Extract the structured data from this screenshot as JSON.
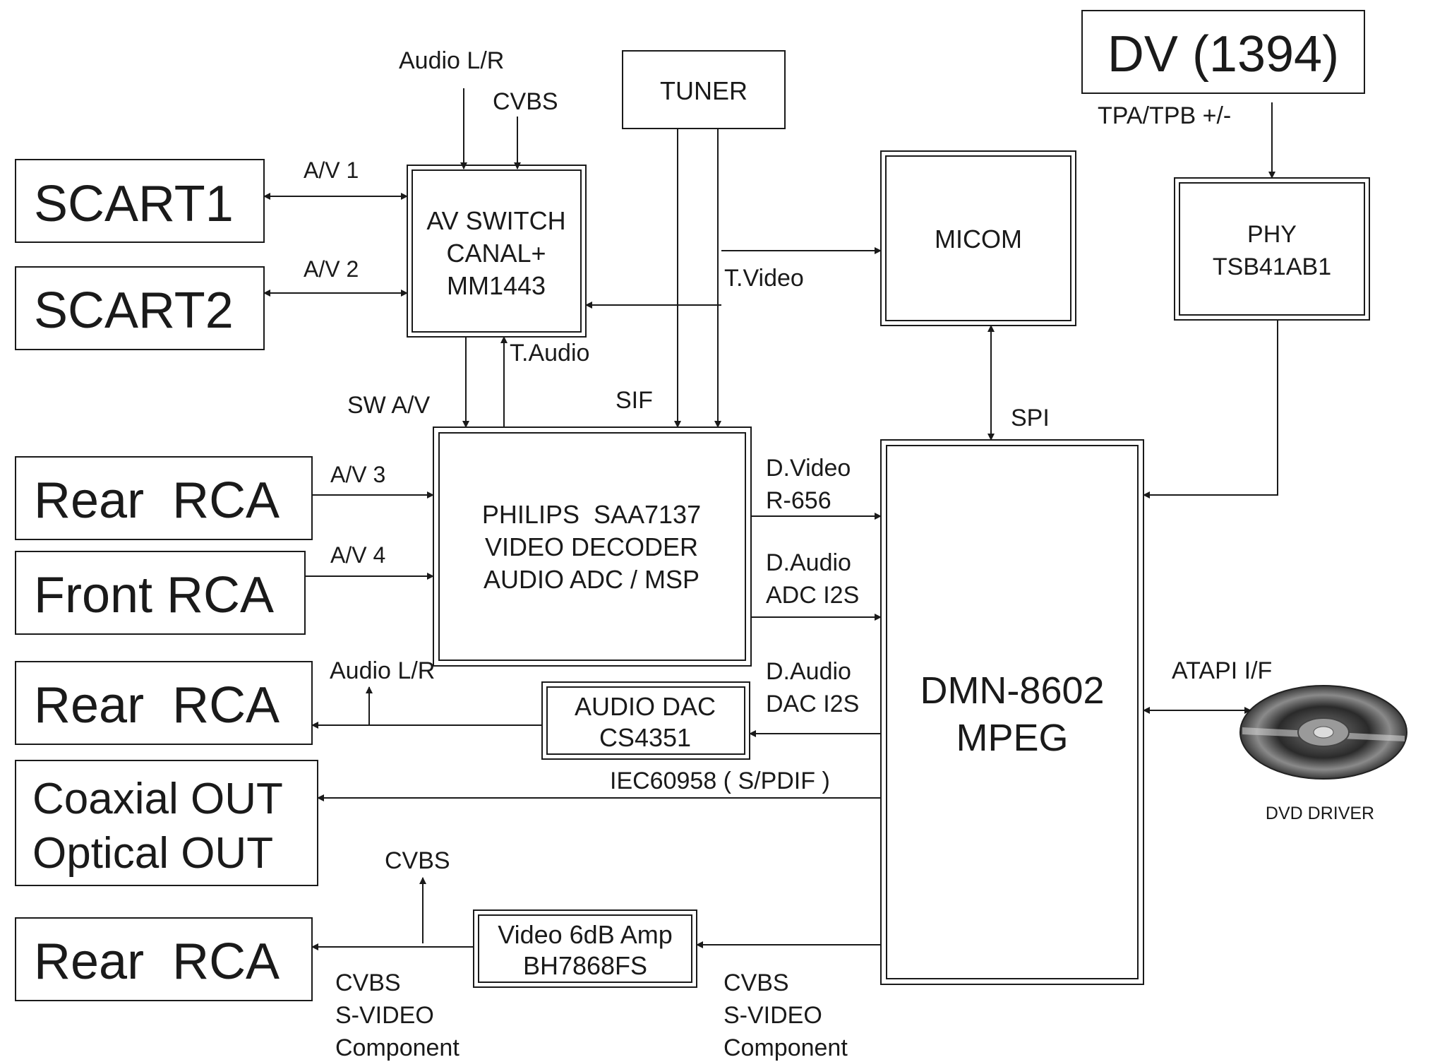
{
  "colors": {
    "line": "#1a1a1a",
    "background": "#ffffff"
  },
  "left_blocks": {
    "scart1": "SCART1",
    "scart2": "SCART2",
    "rear_rca_in": "Rear  RCA",
    "front_rca": "Front RCA",
    "rear_rca_audio": "Rear  RCA",
    "coaxial_out": "Coaxial OUT",
    "optical_out": "Optical OUT",
    "rear_rca_video": "Rear  RCA"
  },
  "blocks": {
    "av_switch": [
      "AV SWITCH",
      "CANAL+",
      "MM1443"
    ],
    "tuner": "TUNER",
    "micom": "MICOM",
    "dv": "DV (1394)",
    "phy": [
      "PHY",
      "TSB41AB1"
    ],
    "decoder": [
      "PHILIPS  SAA7137",
      "VIDEO DECODER",
      "AUDIO ADC / MSP"
    ],
    "mpeg": [
      "DMN-8602",
      "MPEG"
    ],
    "audio_dac": [
      "AUDIO DAC",
      "CS4351"
    ],
    "video_amp": [
      "Video 6dB Amp",
      "BH7868FS"
    ],
    "dvd_driver": "DVD DRIVER"
  },
  "signals": {
    "audio_lr_top": "Audio L/R",
    "cvbs_top": "CVBS",
    "av1": "A/V 1",
    "av2": "A/V 2",
    "t_video": "T.Video",
    "t_audio": "T.Audio",
    "sw_av": "SW A/V",
    "sif": "SIF",
    "spi": "SPI",
    "tpa_tpb": "TPA/TPB +/-",
    "av3": "A/V 3",
    "av4": "A/V 4",
    "d_video": [
      "D.Video",
      "R-656"
    ],
    "d_audio_adc": [
      "D.Audio",
      "ADC I2S"
    ],
    "d_audio_dac": [
      "D.Audio",
      "DAC I2S"
    ],
    "audio_lr_out": "Audio L/R",
    "atapi": "ATAPI I/F",
    "iec": "IEC60958 ( S/PDIF )",
    "cvbs_out": "CVBS",
    "video_left": [
      "CVBS",
      "S-VIDEO",
      "Component"
    ],
    "video_right": [
      "CVBS",
      "S-VIDEO",
      "Component"
    ]
  }
}
